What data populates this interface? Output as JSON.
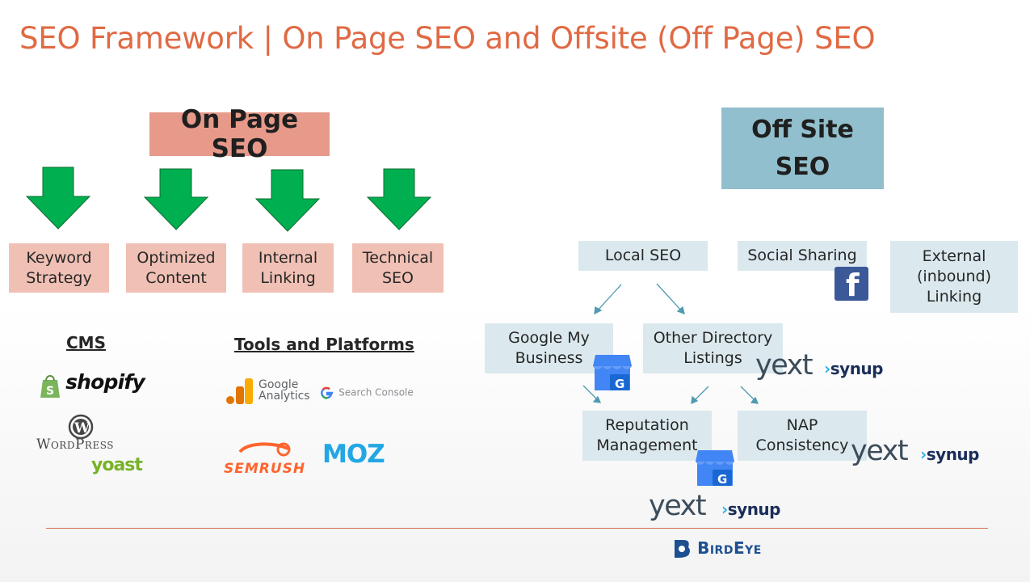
{
  "title": "SEO Framework | On Page SEO and Offsite (Off Page) SEO",
  "on_page": {
    "header": "On Page SEO",
    "items": [
      "Keyword\nStrategy",
      "Optimized\nContent",
      "Internal\nLinking",
      "Technical\nSEO"
    ],
    "arrow_color": "#00b050",
    "box_color": "#f0c0b4",
    "header_color": "#e79a8a"
  },
  "cms": {
    "heading": "CMS",
    "logos": [
      {
        "icon": "shopify-bag-icon",
        "text": "shopify"
      },
      {
        "icon": "wordpress-icon",
        "text": "WordPress"
      },
      {
        "icon": "yoast-logo",
        "text": "yoast"
      }
    ]
  },
  "tools": {
    "heading": "Tools and Platforms",
    "logos": [
      {
        "icon": "google-analytics-icon",
        "line1": "Google",
        "line2": "Analytics"
      },
      {
        "icon": "google-g-icon",
        "text": "Search Console"
      },
      {
        "icon": "semrush-icon",
        "text": "SEMRUSH"
      },
      {
        "icon": "moz-logo",
        "text": "MOZ"
      }
    ]
  },
  "off_site": {
    "header": "Off Site\nSEO",
    "header_color": "#92bfcd",
    "box_color": "#dbe9ee",
    "local_seo": "Local SEO",
    "social_sharing": "Social Sharing",
    "external_linking": "External\n(inbound)\nLinking",
    "google_my_business": "Google My\nBusiness",
    "other_directory_listings": "Other Directory\nListings",
    "reputation_management": "Reputation\nManagement",
    "nap_consistency": "NAP\nConsistency",
    "icons": [
      "facebook-icon",
      "google-my-business-icon"
    ]
  },
  "brands": {
    "yext": "yext",
    "synup": "synup",
    "birdeye": "BirdEye"
  },
  "arrow_line_color": "#4f9bb0",
  "divider_color": "#d46f4f"
}
